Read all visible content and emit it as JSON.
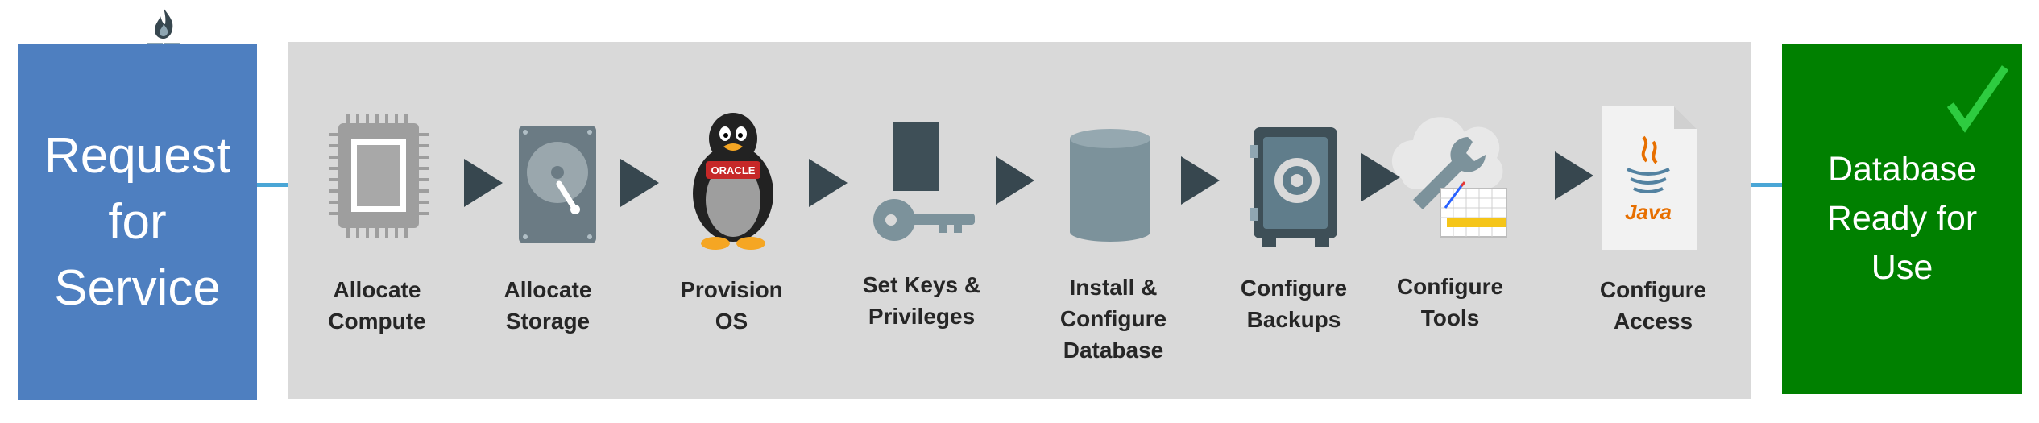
{
  "request": {
    "label": "Request for Service"
  },
  "ready": {
    "label": "Database Ready for Use"
  },
  "steps": [
    {
      "label": "Allocate\nCompute",
      "icon": "cpu-chip-icon"
    },
    {
      "label": "Allocate\nStorage",
      "icon": "hard-drive-icon"
    },
    {
      "label": "Provision\nOS",
      "icon": "oracle-linux-penguin-icon"
    },
    {
      "label": "Set Keys &\nPrivileges",
      "icon": "key-icon"
    },
    {
      "label": "Install &\nConfigure\nDatabase",
      "icon": "database-cylinder-icon"
    },
    {
      "label": "Configure\nBackups",
      "icon": "safe-vault-icon"
    },
    {
      "label": "Configure\nTools",
      "icon": "cloud-wrench-tools-icon"
    },
    {
      "label": "Configure\nAccess",
      "icon": "java-file-icon"
    }
  ],
  "colors": {
    "request_blue": "#4e7fc0",
    "panel_gray": "#d9d9d9",
    "ready_green": "#008000",
    "arrow_dark": "#37474f",
    "connector_blue": "#4aa6d6",
    "check_green": "#2ecc40"
  }
}
